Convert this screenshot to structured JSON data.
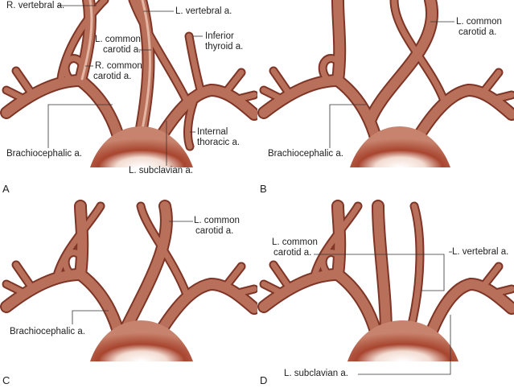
{
  "panels": {
    "a": {
      "letter": "A",
      "labels": {
        "r_vertebral": "R. vertebral a.",
        "l_vertebral": "L. vertebral a.",
        "l_common_carotid_1": "L. common",
        "l_common_carotid_2": "carotid a.",
        "inferior_thyroid_1": "Inferior",
        "inferior_thyroid_2": "thyroid a.",
        "r_common_carotid_1": "R. common",
        "r_common_carotid_2": "carotid a.",
        "brachiocephalic": "Brachiocephalic a.",
        "internal_thoracic_1": "Internal",
        "internal_thoracic_2": "thoracic a.",
        "l_subclavian": "L. subclavian  a."
      }
    },
    "b": {
      "letter": "B",
      "labels": {
        "l_common_carotid_1": "L. common",
        "l_common_carotid_2": "carotid a.",
        "brachiocephalic": "Brachiocephalic a."
      }
    },
    "c": {
      "letter": "C",
      "labels": {
        "l_common_carotid_1": "L. common",
        "l_common_carotid_2": "carotid a.",
        "brachiocephalic": "Brachiocephalic a."
      }
    },
    "d": {
      "letter": "D",
      "labels": {
        "l_common_carotid_1": "L. common",
        "l_common_carotid_2": "carotid a.",
        "l_vertebral": "L. vertebral a.",
        "l_subclavian": "L. subclavian  a."
      }
    }
  },
  "colors": {
    "vessel": "#b9705a",
    "vessel_dark": "#7e3526",
    "arch": "#a8452f"
  }
}
